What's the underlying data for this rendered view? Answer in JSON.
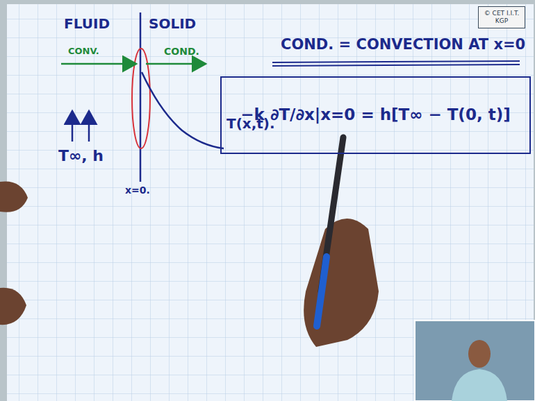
{
  "diagram": {
    "nodes": [
      {
        "text": [
          "© CET I.I.T. KGP"
        ]
      },
      {
        "text": [
          "−k ∂T/∂x|x=0 = h[T∞ − T(0, t)]"
        ]
      }
    ],
    "labels": [
      "FLUID",
      "SOLID",
      "CONV.",
      "COND.",
      "T(x,t).",
      "T∞, h",
      "x=0.",
      "COND. = CONVECTION AT x=0"
    ]
  }
}
